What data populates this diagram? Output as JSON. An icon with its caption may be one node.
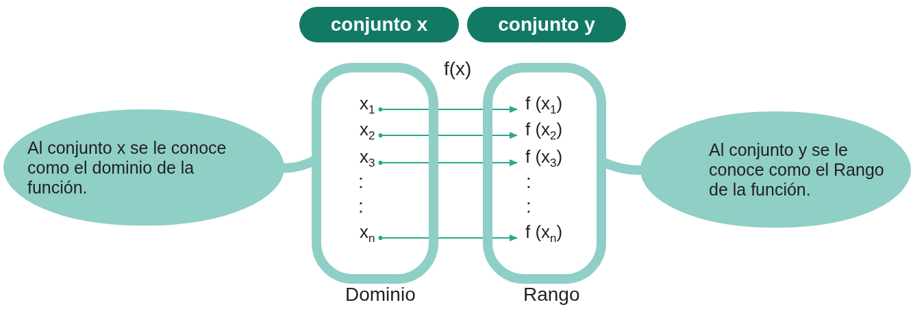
{
  "diagram": {
    "nodes": [
      {
        "text": [
          "conjunto x"
        ]
      },
      {
        "text": [
          "conjunto y"
        ]
      },
      {
        "text": [
          "Dominio"
        ]
      },
      {
        "text": [
          "x$_{1}$"
        ],
        "in": 2
      },
      {
        "text": [
          "x$_{2}$"
        ],
        "in": 2
      },
      {
        "text": [
          "x$_{3}$"
        ],
        "in": 2
      },
      {
        "text": [
          "x$_{n}$"
        ],
        "in": 2
      },
      {
        "text": [
          "Rango"
        ]
      },
      {
        "text": [
          "f (x$_{1}$)"
        ],
        "in": 7
      },
      {
        "text": [
          "f (x$_{2}$)"
        ],
        "in": 7
      },
      {
        "text": [
          "f (x$_{3}$)"
        ],
        "in": 7
      },
      {
        "text": [
          "f (x$_{n}$)"
        ],
        "in": 7
      },
      {
        "text": [
          "Al conjunto x se le conoce como el dominio de la función."
        ]
      },
      {
        "text": [
          "Al conjunto y se le conoce como el Rango de la función."
        ]
      }
    ],
    "edges": [
      {
        "from": 3,
        "to": 8,
        "arrow": "to"
      },
      {
        "from": 4,
        "to": 9,
        "arrow": "to"
      },
      {
        "from": 5,
        "to": 10,
        "arrow": "to"
      },
      {
        "from": 6,
        "to": 11,
        "arrow": "to"
      },
      {
        "from": 12,
        "to": 2,
        "arrow": "none",
        "style": "thick",
        "color": "#8fcfc5"
      },
      {
        "from": 13,
        "to": 7,
        "arrow": "none",
        "style": "thick",
        "color": "#8fcfc5"
      }
    ],
    "labels": [
      "f(x)",
      ":",
      ":",
      ":",
      ":"
    ]
  }
}
